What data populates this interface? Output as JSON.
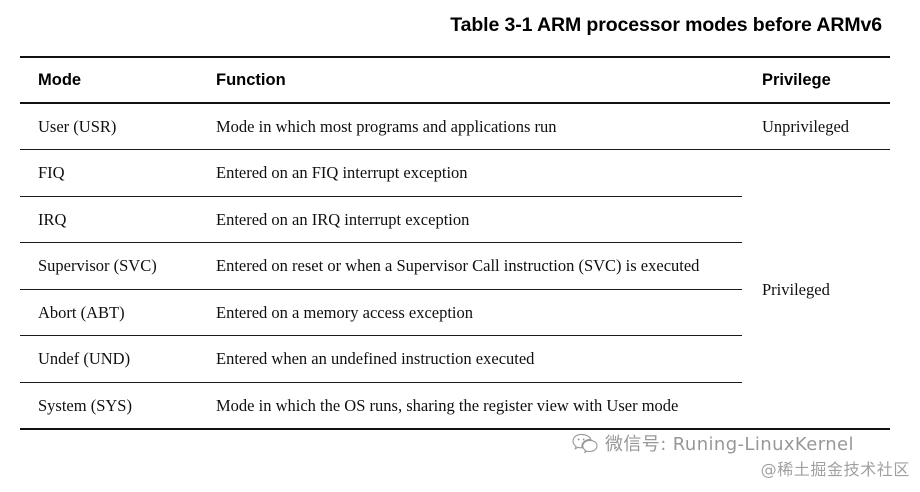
{
  "caption": "Table 3-1 ARM processor modes before ARMv6",
  "table": {
    "headers": {
      "mode": "Mode",
      "function": "Function",
      "privilege": "Privilege"
    },
    "rows": [
      {
        "mode": "User (USR)",
        "function": "Mode in which most programs and applications run",
        "privilege": "Unprivileged"
      },
      {
        "mode": "FIQ",
        "function": "Entered on an FIQ interrupt exception",
        "privilege": ""
      },
      {
        "mode": "IRQ",
        "function": "Entered on an IRQ interrupt exception",
        "privilege": ""
      },
      {
        "mode": "Supervisor (SVC)",
        "function": "Entered on reset or when a Supervisor Call instruction (SVC) is executed",
        "privilege": "Privileged"
      },
      {
        "mode": "Abort (ABT)",
        "function": "Entered on a memory access exception",
        "privilege": ""
      },
      {
        "mode": "Undef (UND)",
        "function": "Entered when an undefined instruction executed",
        "privilege": ""
      },
      {
        "mode": "System (SYS)",
        "function": "Mode in which the OS runs, sharing the register view with User mode",
        "privilege": ""
      }
    ],
    "privilege_merged_label": "Privileged"
  },
  "watermark": {
    "icon": "wechat-icon",
    "line1": "微信号: Runing-LinuxKernel",
    "line2": "@稀土掘金技术社区"
  },
  "colors": {
    "page_background": "#ffffff",
    "text": "#101010",
    "rule": "#111111"
  }
}
